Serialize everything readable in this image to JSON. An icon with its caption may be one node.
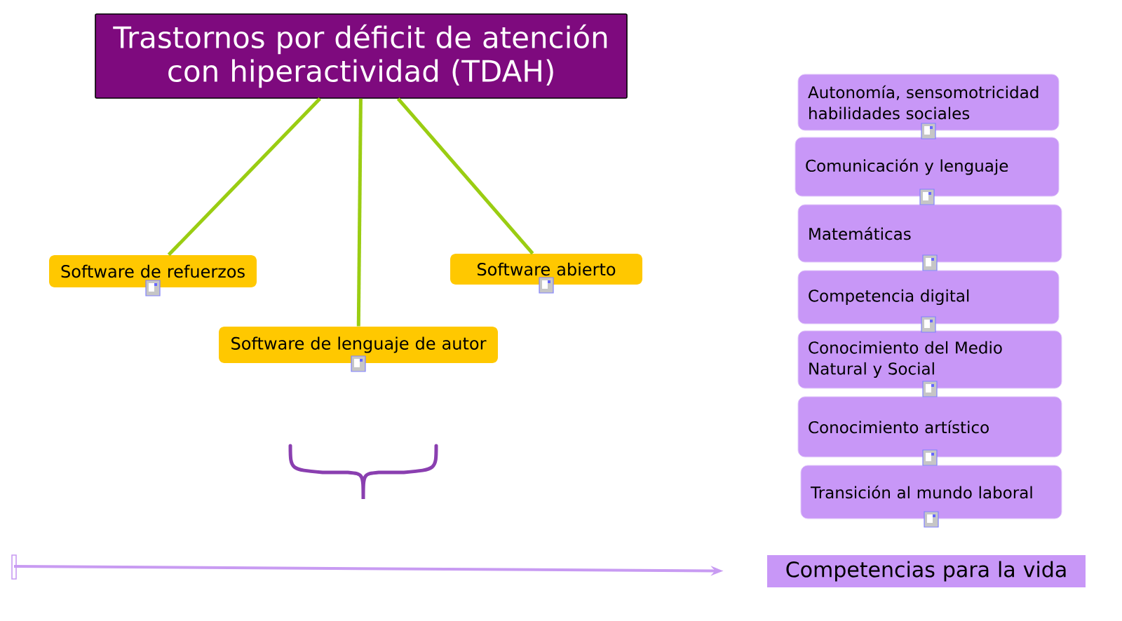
{
  "diagram": {
    "nodes": [
      {
        "text": [
          "Trastornos por déficit de atención con hiperactividad (TDAH)"
        ]
      },
      {
        "text": [
          "Software de refuerzos"
        ]
      },
      {
        "text": [
          "Software de lenguaje de autor"
        ]
      },
      {
        "text": [
          "Software abierto"
        ]
      },
      {
        "text": [
          "Autonomía, sensomotricidad habilidades sociales"
        ]
      },
      {
        "text": [
          "Comunicación y lenguaje"
        ]
      },
      {
        "text": [
          "Matemáticas"
        ]
      },
      {
        "text": [
          "Competencia digital"
        ]
      },
      {
        "text": [
          "Conocimiento del Medio Natural y Social"
        ]
      },
      {
        "text": [
          "Conocimiento artístico"
        ]
      },
      {
        "text": [
          "Transición al mundo laboral"
        ]
      },
      {
        "text": [
          "Competencias para la vida"
        ]
      }
    ],
    "edges": [
      {
        "from": 0,
        "to": 1,
        "arrow": "none"
      },
      {
        "from": 0,
        "to": 2,
        "arrow": "none"
      },
      {
        "from": 0,
        "to": 3,
        "arrow": "none"
      },
      {
        "from": null,
        "to": 11,
        "arrow": "to",
        "color": "#c89bf2"
      }
    ]
  }
}
